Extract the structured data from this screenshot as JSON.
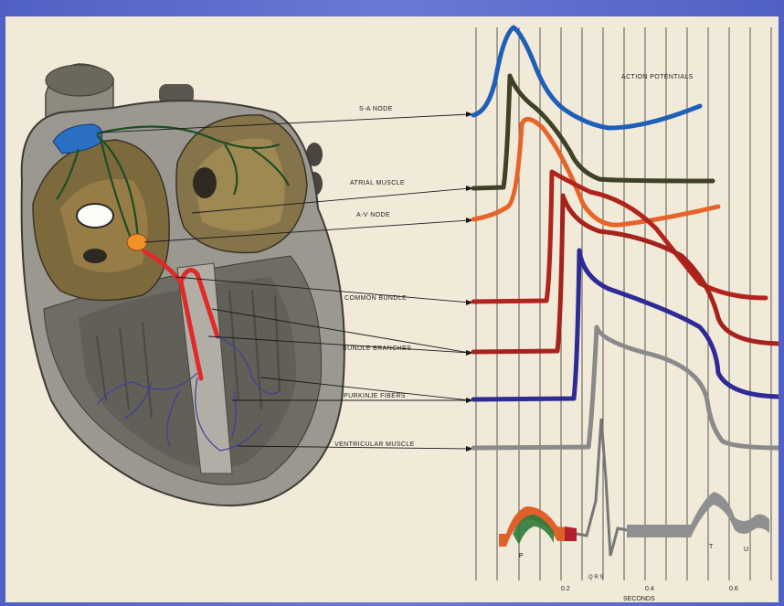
{
  "title": "ACTION POTENTIALS",
  "structures": [
    {
      "label": "S-A NODE",
      "color": "#1f5fb8"
    },
    {
      "label": "ATRIAL MUSCLE",
      "color": "#3f4226"
    },
    {
      "label": "A-V NODE",
      "color": "#e5642a"
    },
    {
      "label": "COMMON BUNDLE",
      "color": "#b1241c"
    },
    {
      "label": "BUNDLE BRANCHES",
      "color": "#a5231c"
    },
    {
      "label": "PURKINJE FIBERS",
      "color": "#2f2a96"
    },
    {
      "label": "VENTRICULAR MUSCLE",
      "color": "#8a8a8a"
    }
  ],
  "ecg": {
    "wave_labels": [
      "P",
      "Q R S",
      "T",
      "U"
    ]
  },
  "time_axis": {
    "label": "SECONDS",
    "ticks": [
      "0.2",
      "0.4",
      "0.6"
    ]
  }
}
